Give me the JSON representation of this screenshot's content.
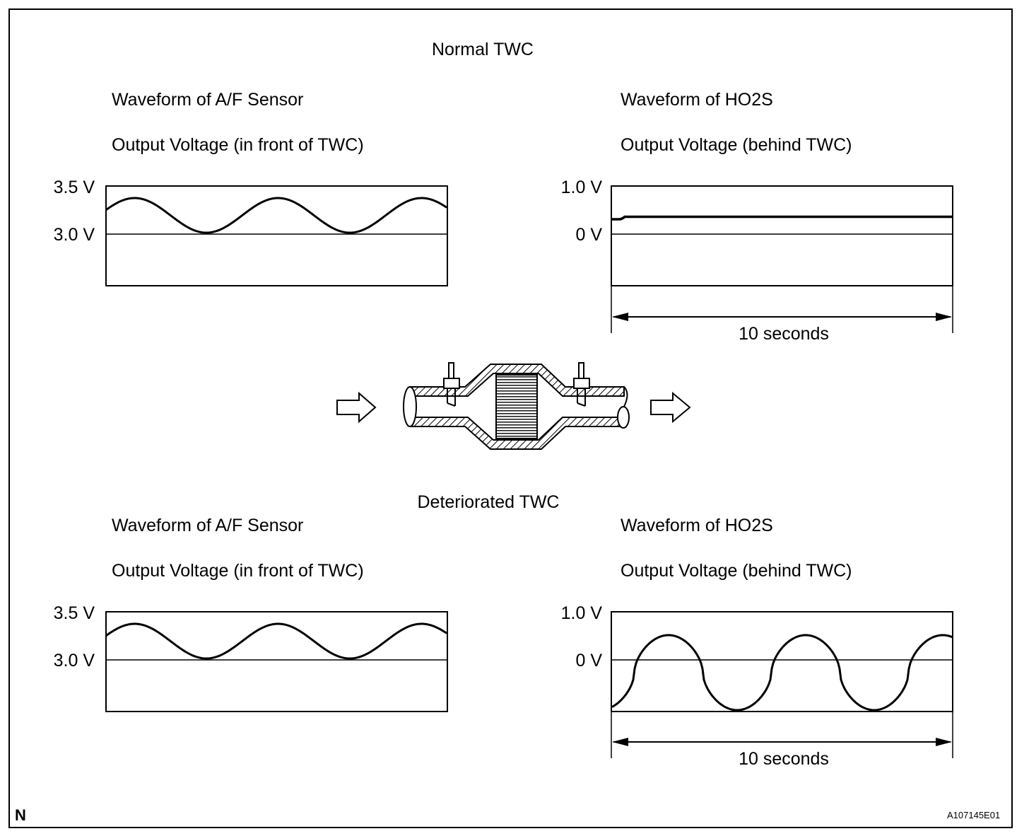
{
  "diagram": {
    "normal_title": "Normal TWC",
    "deteriorated_title": "Deteriorated TWC",
    "corner_mark": "N",
    "figure_id": "A107145E01"
  },
  "panels": {
    "normal_af": {
      "title_line1": "Waveform of A/F Sensor",
      "title_line2": "Output Voltage (in front of TWC)",
      "y_top_label": "3.5 V",
      "y_ref_label": "3.0 V"
    },
    "normal_ho2s": {
      "title_line1": "Waveform of HO2S",
      "title_line2": "Output Voltage (behind TWC)",
      "y_top_label": "1.0 V",
      "y_ref_label": "0 V",
      "span_label": "10 seconds"
    },
    "det_af": {
      "title_line1": "Waveform of A/F Sensor",
      "title_line2": "Output Voltage (in front of TWC)",
      "y_top_label": "3.5 V",
      "y_ref_label": "3.0 V"
    },
    "det_ho2s": {
      "title_line1": "Waveform of HO2S",
      "title_line2": "Output Voltage (behind TWC)",
      "y_top_label": "1.0 V",
      "y_ref_label": "0 V",
      "span_label": "10 seconds"
    }
  },
  "colors": {
    "ink": "#000000",
    "paper": "#ffffff"
  }
}
